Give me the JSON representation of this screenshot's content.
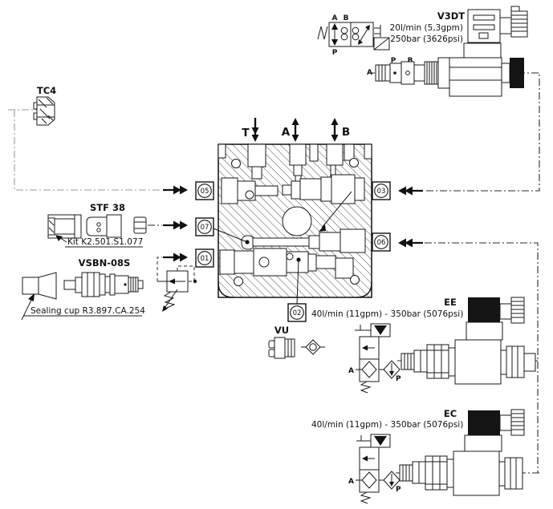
{
  "manifold": {
    "port_t": "T",
    "port_a": "A",
    "port_b": "B",
    "callouts": {
      "c01": "01",
      "c02": "02",
      "c03": "03",
      "c05": "05",
      "c06": "06",
      "c07": "07"
    }
  },
  "components": {
    "tc4": {
      "name": "TC4"
    },
    "stf38": {
      "name": "STF 38",
      "kit_label": "Kit K2.501.S1.077"
    },
    "vsbn08s": {
      "name": "VSBN-08S",
      "sealing_label": "Sealing cup R3.897.CA.254"
    },
    "vu": {
      "name": "VU"
    },
    "v3dt": {
      "name": "V3DT",
      "flow": "20l/min (5,3gpm)",
      "pressure": "250bar (3626psi)",
      "sym_port_a": "A",
      "sym_port_b": "B",
      "sym_port_p": "P",
      "cart_port_a": "A",
      "cart_port_p": "P",
      "cart_port_b": "B"
    },
    "ee": {
      "name": "EE",
      "spec": "40l/min (11gpm) - 350bar (5076psi)",
      "port_a": "A",
      "port_p": "P"
    },
    "ec": {
      "name": "EC",
      "spec": "40l/min (11gpm) - 350bar (5076psi)",
      "port_a": "A",
      "port_p": "P"
    }
  },
  "colors": {
    "line": "#1a1a1a",
    "gray_line": "#9a9a9a",
    "background": "#ffffff"
  }
}
